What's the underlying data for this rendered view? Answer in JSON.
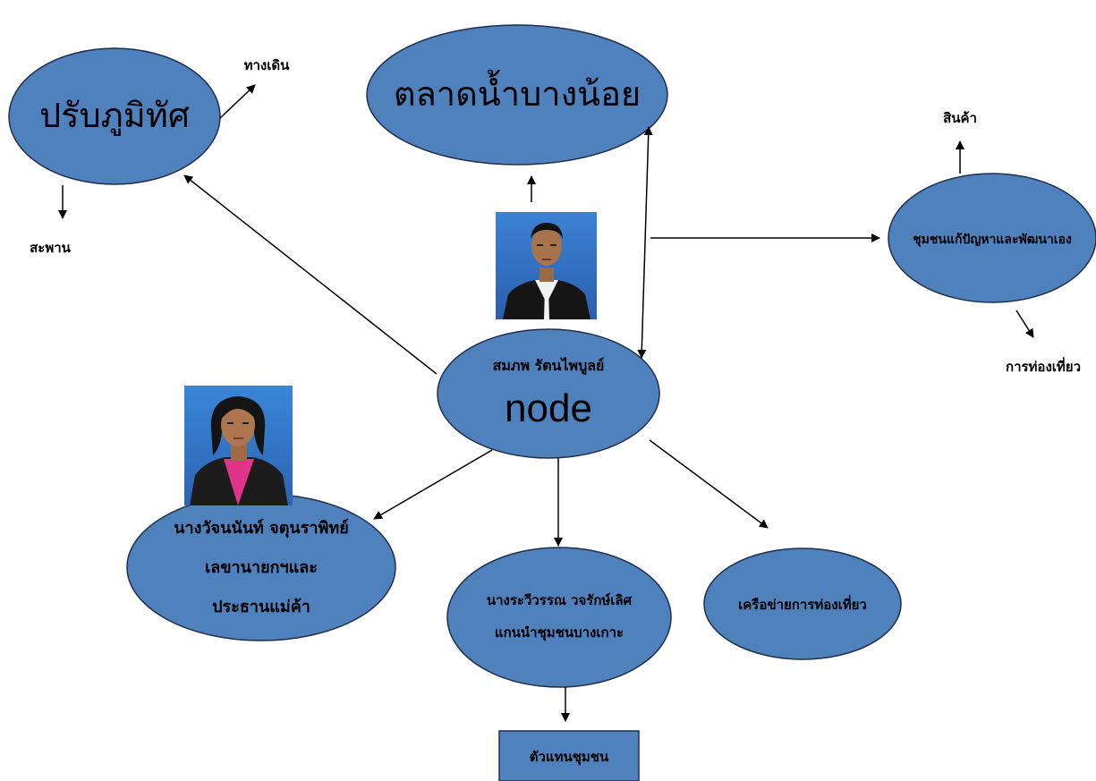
{
  "colors": {
    "ellipse_fill": "#4f81bd",
    "ellipse_stroke": "#1f2f4f",
    "line": "#000000",
    "photo_bg": "#2f6fc0"
  },
  "nodes": {
    "center_name": "สมภพ รัตนไพบูลย์",
    "center_label": "node",
    "market": "ตลาดน้ำบางน้อย",
    "landscape": "ปรับภูมิทัศ",
    "community": "ชุมชนแก้ปัญหาและพัฒนาเอง",
    "tourism_network": "เครือข่ายการท่องเที่ยว",
    "rep": "ตัวแทนชุมชน"
  },
  "people": {
    "left_lines": [
      "นางวัจนนันท์ จตุนราพิทย์",
      "เลขานายกฯและ",
      "ประธานแม่ค้า"
    ],
    "middle_lines": [
      "นางระวีวรรณ วจรักษ์เลิศ",
      "แกนนำชุมชนบางเกาะ"
    ]
  },
  "labels": {
    "walkway": "ทางเดิน",
    "bridge": "สะพาน",
    "goods": "สินค้า",
    "tourism": "การท่องเที่ยว"
  },
  "icons": [
    "man-photo-icon",
    "woman-photo-icon"
  ]
}
